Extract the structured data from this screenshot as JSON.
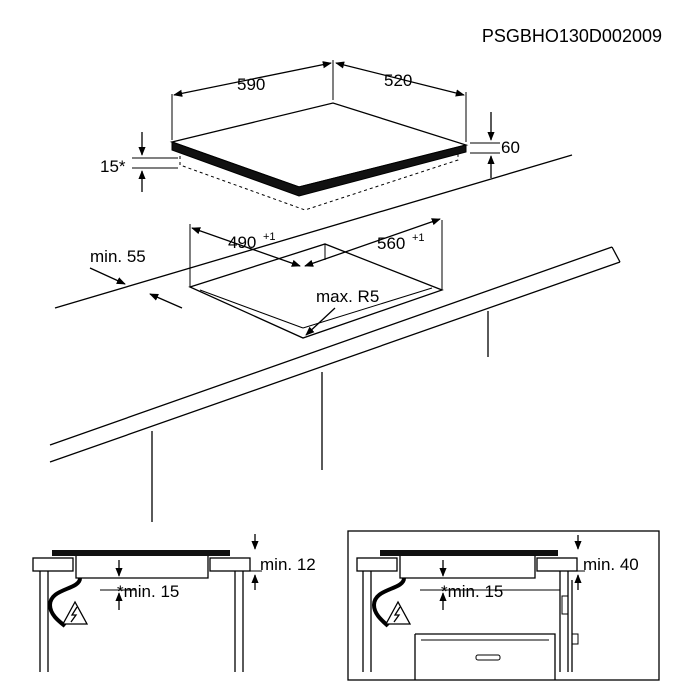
{
  "reference_code": "PSGBHO130D002009",
  "hob": {
    "width": "590",
    "depth": "520",
    "height": "60",
    "edge": "15*"
  },
  "cutout": {
    "width": "490",
    "width_tol": "+1",
    "depth": "560",
    "depth_tol": "+1",
    "front_clearance": "min. 55",
    "radius": "max. R5"
  },
  "detail_left": {
    "top_clearance": "min. 12",
    "under_clearance": "*min. 15"
  },
  "detail_right": {
    "top_clearance": "min. 40",
    "under_clearance": "*min. 15"
  }
}
